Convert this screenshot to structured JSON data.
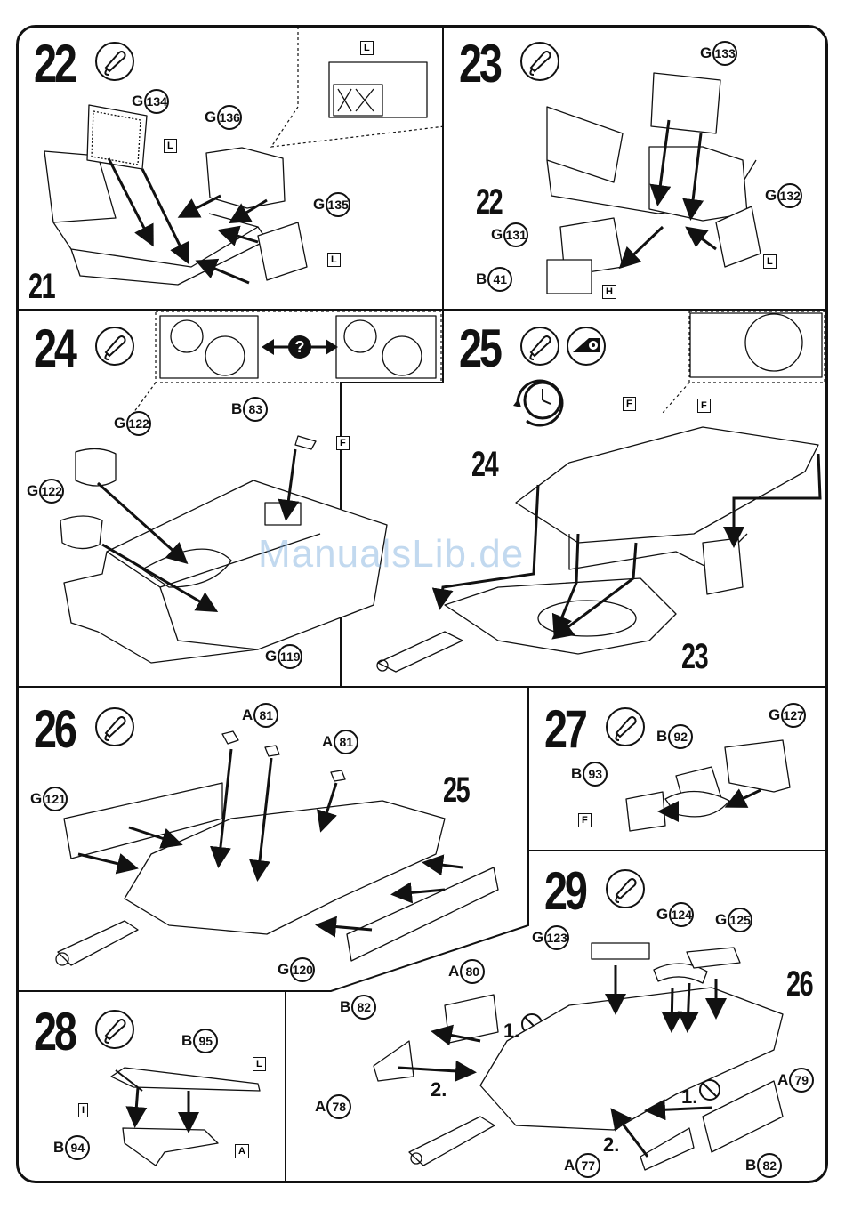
{
  "watermark": "ManualsLib.de",
  "steps": [
    {
      "number": "22"
    },
    {
      "number": "23"
    },
    {
      "number": "24"
    },
    {
      "number": "25"
    },
    {
      "number": "26"
    },
    {
      "number": "27"
    },
    {
      "number": "28"
    },
    {
      "number": "29"
    }
  ],
  "icons": {
    "glue": "glue-tube-icon",
    "tape": "tape-dispenser-icon",
    "clock": "clock-icon",
    "question": "question-icon",
    "no_glue": "no-glue-icon"
  },
  "parts": {
    "s22": [
      {
        "sprue": "G",
        "num": "134"
      },
      {
        "sprue": "G",
        "num": "136"
      },
      {
        "sprue": "G",
        "num": "135"
      }
    ],
    "s23": [
      {
        "sprue": "G",
        "num": "133"
      },
      {
        "sprue": "G",
        "num": "132"
      },
      {
        "sprue": "G",
        "num": "131"
      },
      {
        "sprue": "B",
        "num": "41"
      }
    ],
    "s24": [
      {
        "sprue": "B",
        "num": "83"
      },
      {
        "sprue": "G",
        "num": "122"
      },
      {
        "sprue": "G",
        "num": "122"
      },
      {
        "sprue": "G",
        "num": "119"
      }
    ],
    "s26": [
      {
        "sprue": "A",
        "num": "81"
      },
      {
        "sprue": "A",
        "num": "81"
      },
      {
        "sprue": "G",
        "num": "121"
      },
      {
        "sprue": "G",
        "num": "120"
      }
    ],
    "s27": [
      {
        "sprue": "G",
        "num": "127"
      },
      {
        "sprue": "B",
        "num": "92"
      },
      {
        "sprue": "B",
        "num": "93"
      }
    ],
    "s28": [
      {
        "sprue": "B",
        "num": "95"
      },
      {
        "sprue": "B",
        "num": "94"
      }
    ],
    "s29": [
      {
        "sprue": "G",
        "num": "124"
      },
      {
        "sprue": "G",
        "num": "125"
      },
      {
        "sprue": "G",
        "num": "123"
      },
      {
        "sprue": "A",
        "num": "80"
      },
      {
        "sprue": "B",
        "num": "82"
      },
      {
        "sprue": "A",
        "num": "78"
      },
      {
        "sprue": "A",
        "num": "79"
      },
      {
        "sprue": "A",
        "num": "77"
      },
      {
        "sprue": "B",
        "num": "82"
      }
    ]
  },
  "color_flags": {
    "s22": [
      "L",
      "L",
      "L",
      "L"
    ],
    "s23": [
      "L",
      "H"
    ],
    "s24": [
      "F"
    ],
    "s25": [
      "F",
      "F"
    ],
    "s27": [
      "F"
    ],
    "s28": [
      "L",
      "I",
      "A"
    ]
  },
  "callouts": {
    "s22": "21",
    "s23": "22",
    "s25_a": "24",
    "s25_b": "23",
    "s26": "25",
    "s29": "26"
  },
  "sequence": {
    "first": "1.",
    "second": "2.",
    "first_b": "1.",
    "second_b": "2."
  },
  "colors": {
    "ink": "#111111",
    "watermark": "#78AADC"
  }
}
